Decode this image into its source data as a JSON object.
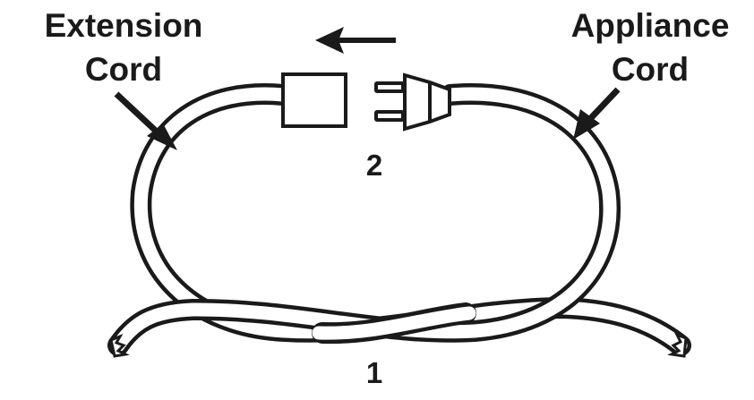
{
  "labels": {
    "extension_line1": "Extension",
    "extension_line2": "Cord",
    "appliance_line1": "Appliance",
    "appliance_line2": "Cord",
    "step_two": "2",
    "step_one": "1"
  },
  "colors": {
    "ink": "#1a1a1a",
    "background": "#ffffff"
  },
  "icons": {
    "direction_arrow": "arrow-left-icon",
    "extension_pointer": "arrow-down-right-icon",
    "appliance_pointer": "arrow-down-left-icon"
  }
}
